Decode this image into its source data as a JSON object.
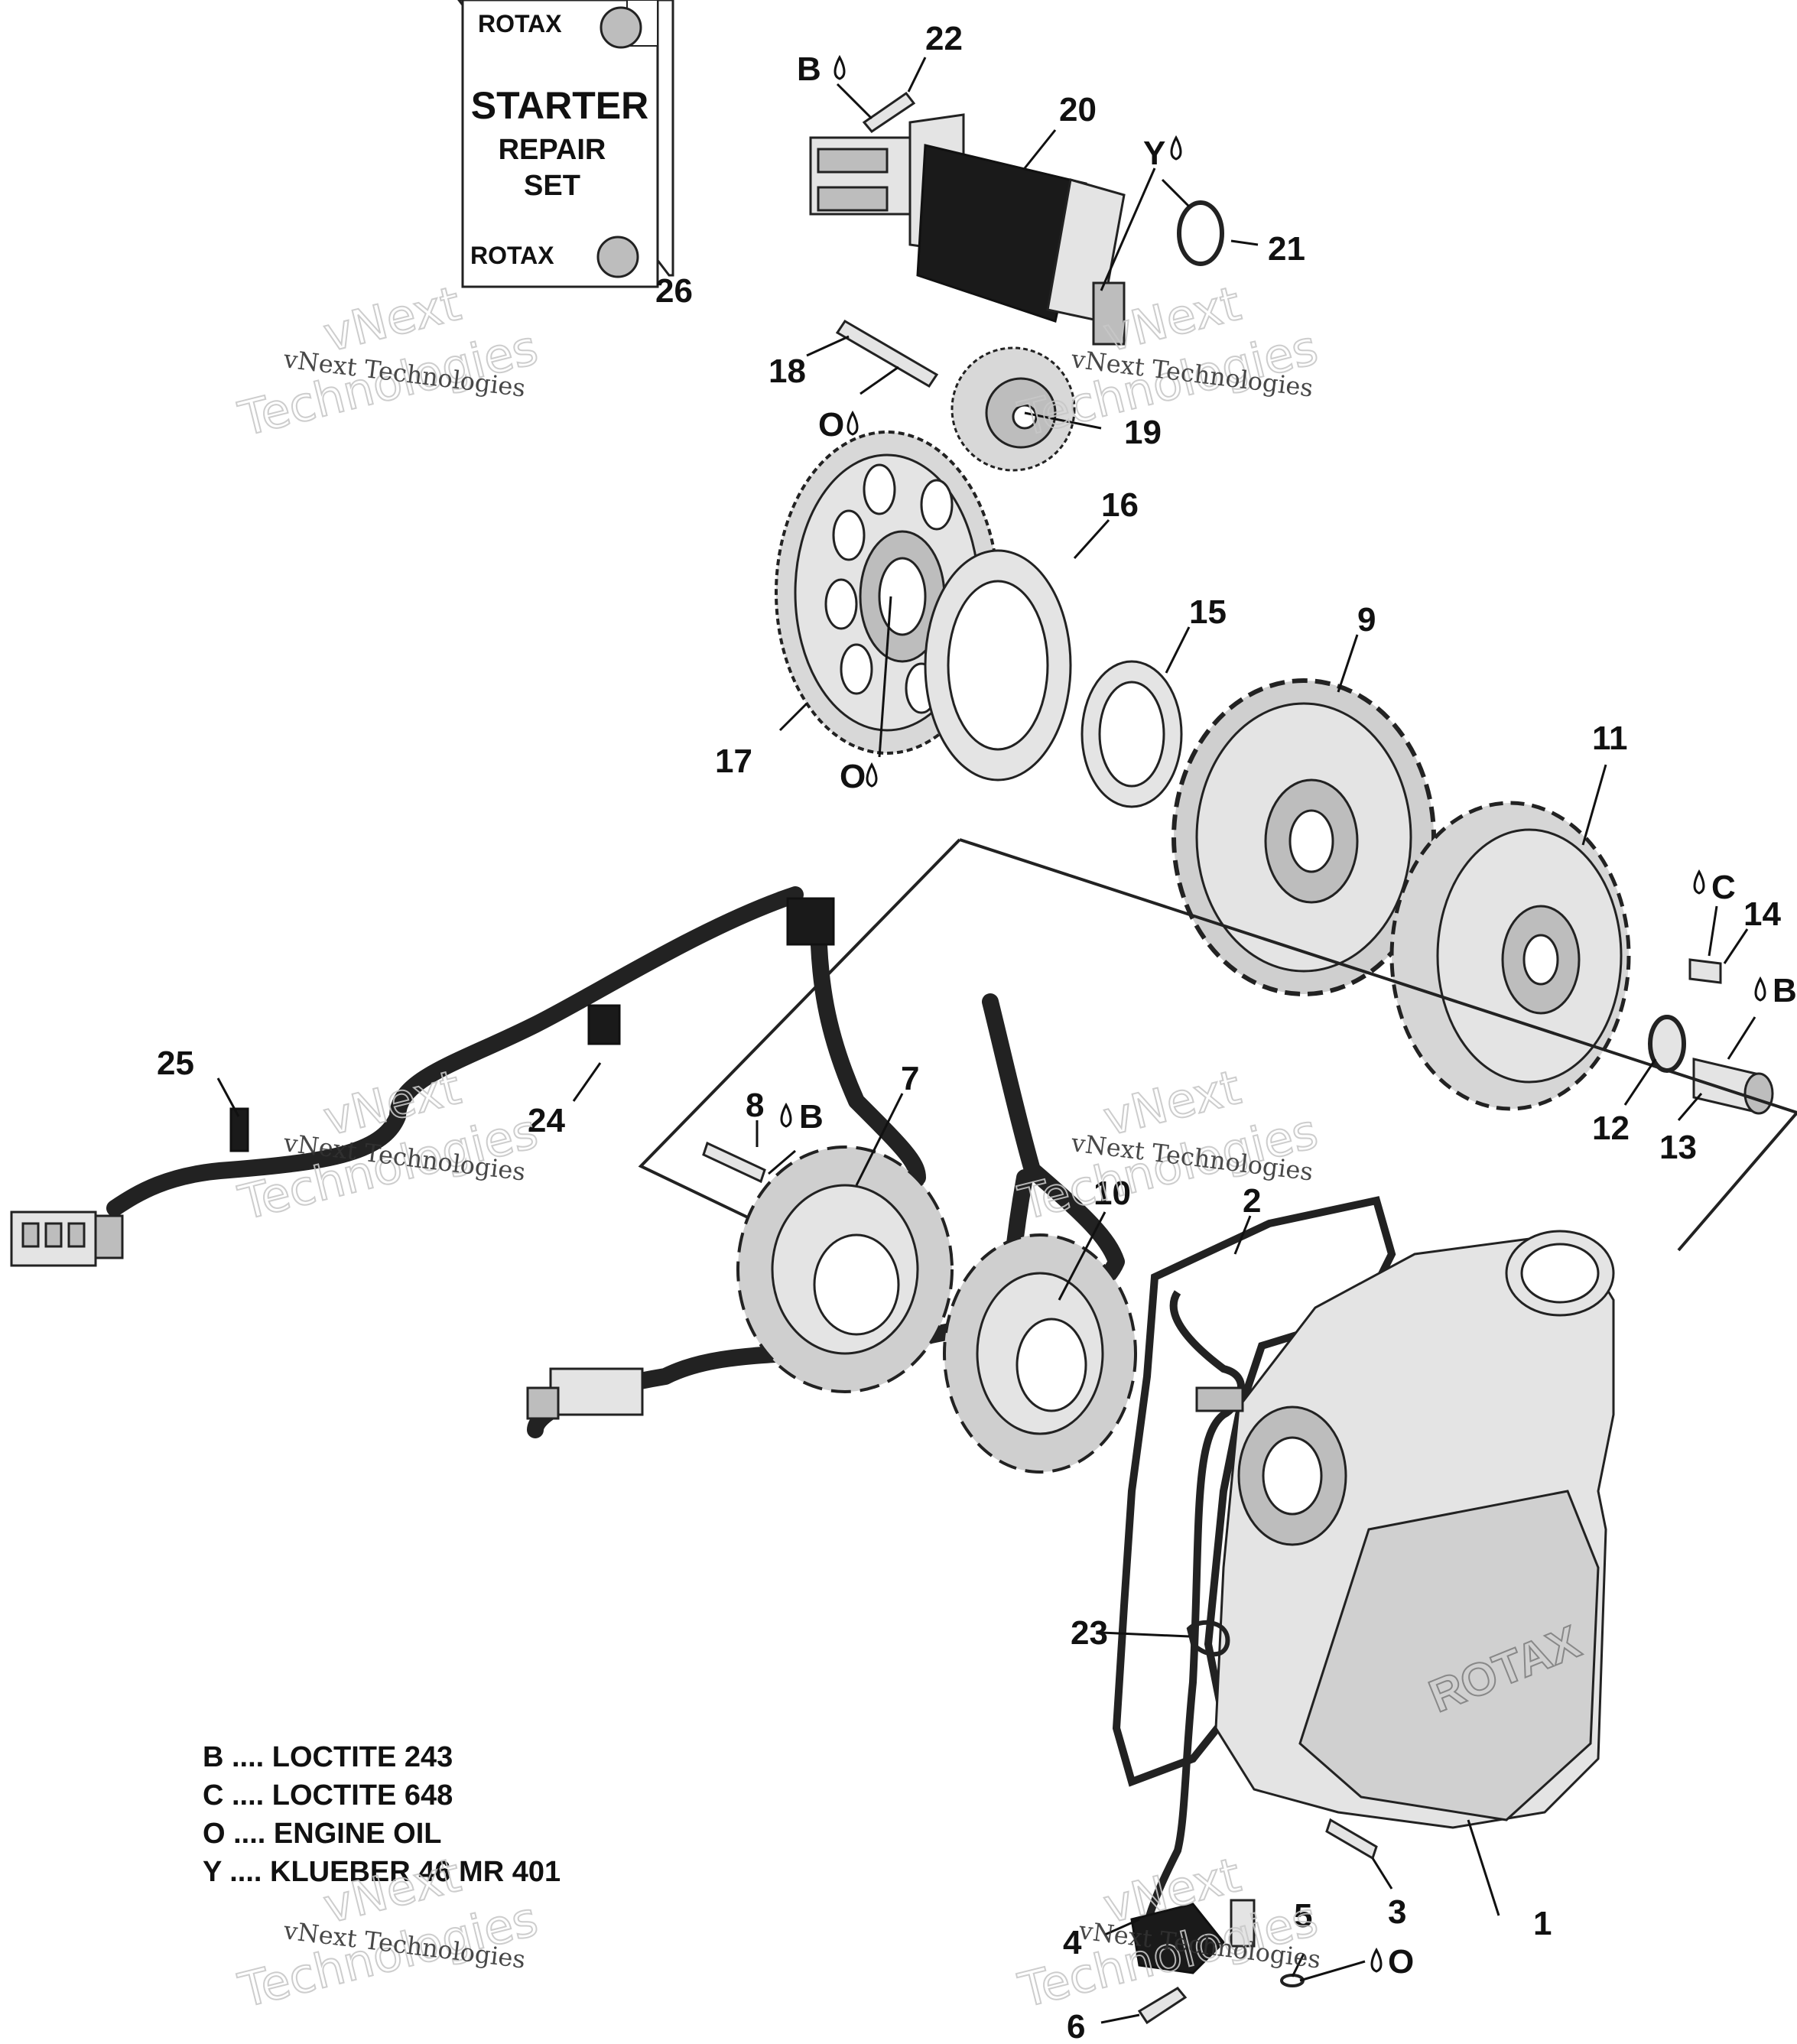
{
  "repair_set": {
    "brand_top": "ROTAX",
    "brand_bottom": "ROTAX",
    "title": "STARTER",
    "line2": "REPAIR",
    "line3": "SET"
  },
  "callouts": {
    "c1": "1",
    "c2": "2",
    "c3": "3",
    "c4": "4",
    "c5": "5",
    "c6": "6",
    "c7": "7",
    "c8": "8",
    "c9": "9",
    "c10": "10",
    "c11": "11",
    "c12": "12",
    "c13": "13",
    "c14": "14",
    "c15": "15",
    "c16": "16",
    "c17": "17",
    "c18": "18",
    "c19": "19",
    "c20": "20",
    "c21": "21",
    "c22": "22",
    "c23": "23",
    "c24": "24",
    "c25": "25",
    "c26": "26"
  },
  "compound_marks": {
    "b_bolt22": "B",
    "y_starter": "Y",
    "o_pin18": "O",
    "o_gear17": "O",
    "c_bolt14": "C",
    "b_bolt13": "B",
    "b_bolt8": "B",
    "o_sensor": "O"
  },
  "legend": [
    {
      "code": "B",
      "text": "B .... LOCTITE 243"
    },
    {
      "code": "C",
      "text": "C .... LOCTITE 648"
    },
    {
      "code": "O",
      "text": "O .... ENGINE OIL"
    },
    {
      "code": "Y",
      "text": "Y .... KLUEBER 46 MR 401"
    }
  ],
  "watermark": {
    "line_small": "vNext Technologies",
    "line_big_1": "vNext",
    "line_big_2": "Technologies"
  }
}
